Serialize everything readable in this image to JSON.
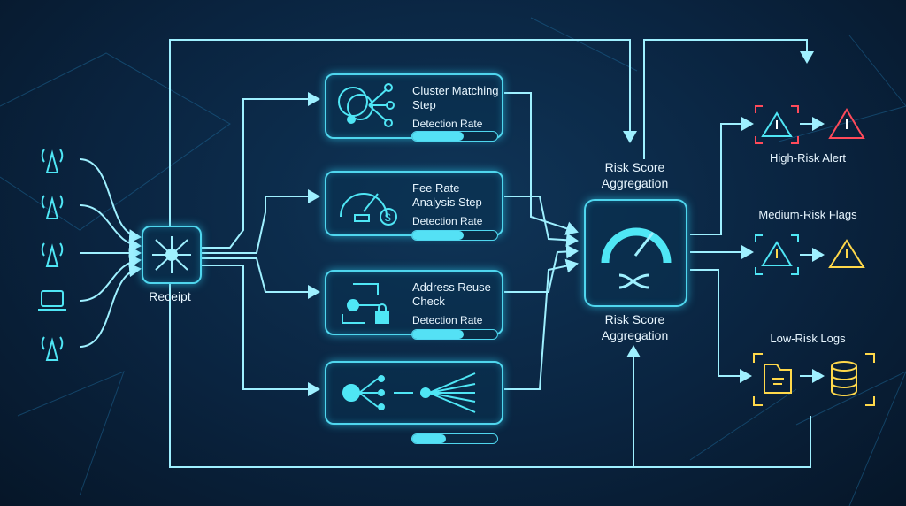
{
  "input_sources": [
    "antenna-icon",
    "antenna-icon",
    "antenna-icon",
    "laptop-icon",
    "antenna-icon"
  ],
  "hub": {
    "label": "Receipt"
  },
  "steps": [
    {
      "title": "Cluster Matching Step",
      "metric": "Detection Rate",
      "rate": 0.6
    },
    {
      "title": "Fee Rate Analysis Step",
      "metric": "Detection Rate",
      "rate": 0.6
    },
    {
      "title": "Address Reuse Check",
      "metric": "Detection Rate",
      "rate": 0.6
    },
    {
      "title": "",
      "metric": "",
      "rate": 0.4
    }
  ],
  "aggregation": {
    "top_label": "Risk Score Aggregation",
    "bottom_label": "Risk Score Aggregation"
  },
  "outputs": [
    {
      "label": "High-Risk Alert",
      "color": "#ff4a5a"
    },
    {
      "label": "Medium-Risk Flags",
      "color": "#ffd84a"
    },
    {
      "label": "Low-Risk Logs",
      "color": "#ffd84a"
    }
  ],
  "accent": "#4fd6ee"
}
